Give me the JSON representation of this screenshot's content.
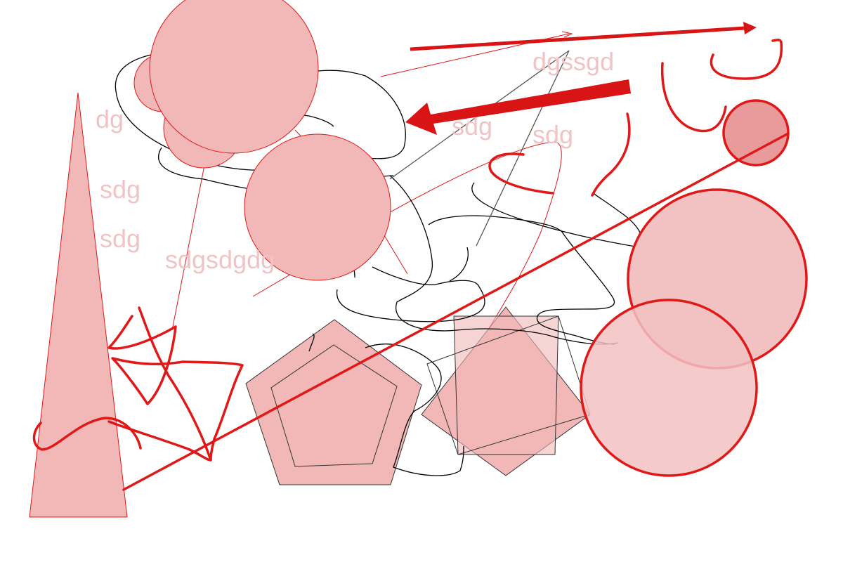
{
  "colors": {
    "fill_pink": "#f2b7b7",
    "fill_pink_light": "#f2c1c1",
    "fill_pink_dark": "#e99a9a",
    "stroke_red": "#e01818",
    "arrow_red": "#d81414",
    "text_pink": "#f0c4c4",
    "ink_black": "#000000",
    "ink_gray": "#555555"
  },
  "labels": {
    "dgssgd": "dgssgd",
    "sdg_center": "sdg",
    "sdg_right": "sdg",
    "dg": "dg",
    "sdg_left_1": "sdg",
    "sdg_left_2": "sdg",
    "sdgsdgdg": "sdgsdgdg"
  }
}
